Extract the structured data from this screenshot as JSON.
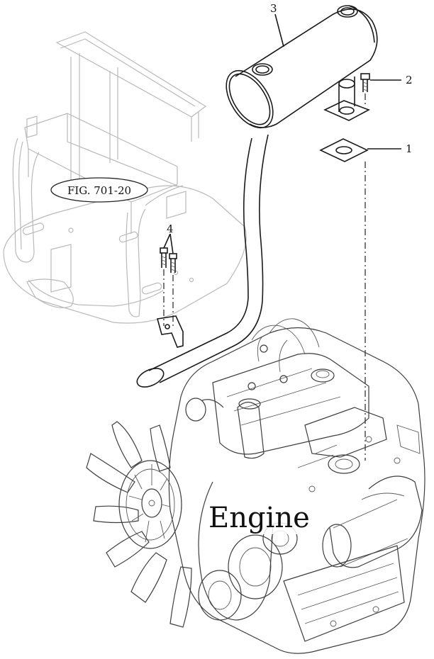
{
  "figure_reference": "FIG. 701-20",
  "callouts": {
    "gasket": "1",
    "bolt": "2",
    "muffler": "3",
    "bracket_bolts": "4"
  },
  "engine_label": "Engine"
}
